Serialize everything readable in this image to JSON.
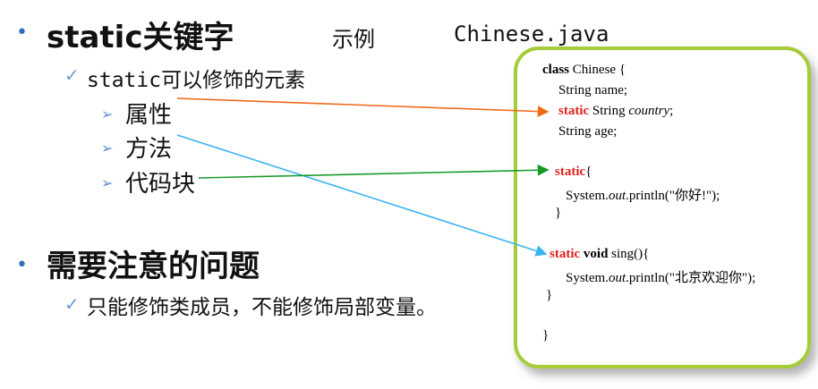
{
  "heading1": {
    "bullet": "•",
    "title": "static关键字",
    "example_label": "示例",
    "filename": "Chinese.java"
  },
  "section1": {
    "check": "✓",
    "subtitle": "static可以修饰的元素",
    "items": [
      "属性",
      "方法",
      "代码块"
    ],
    "item_marker": "➢"
  },
  "heading2": {
    "bullet": "•",
    "title": "需要注意的问题"
  },
  "section2": {
    "check": "✓",
    "note": "只能修饰类成员，不能修饰局部变量。"
  },
  "code": {
    "l1_kw": "class",
    "l1_rest": " Chinese {",
    "l2": "String name;",
    "l3_kw": "static",
    "l3_type": " String ",
    "l3_var": "country",
    "l3_end": ";",
    "l4": "String age;",
    "l5_kw": "static",
    "l5_end": "{",
    "l6_a": "System.",
    "l6_b": "out",
    "l6_c": ".println(\"你好!\");",
    "l7": "}",
    "l8_kw": "static",
    "l8_void": " void",
    "l8_rest": " sing(){",
    "l9_a": "System.",
    "l9_b": "out",
    "l9_c": ".println(\"北京欢迎你\");",
    "l10": "}",
    "l11": "}"
  },
  "colors": {
    "arrow_property": "#f06a1a",
    "arrow_method": "#3bb3f0",
    "arrow_block": "#159a2a",
    "card_border": "#a6cc3a"
  }
}
